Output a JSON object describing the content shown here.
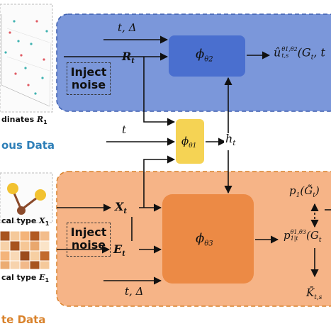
{
  "continuous": {
    "section_label": "ous Data",
    "caption": "dinates",
    "caption_var": "R",
    "caption_sub": "1",
    "section_color": "#2e7fb8"
  },
  "discrete": {
    "section_label": "te Data",
    "caption_x": "cal type",
    "caption_x_var": "X",
    "caption_x_sub": "1",
    "caption_e": "cal type",
    "caption_e_var": "E",
    "caption_e_sub": "1",
    "section_color": "#d9822b"
  },
  "top_panel": {
    "input_time": "t, Δ",
    "input_R": "R",
    "input_R_sub": "t",
    "inject_noise": "Inject noise",
    "phi_label": "ϕ",
    "phi_sub": "θ2",
    "output": "û",
    "output_sup": "θ1,θ2",
    "output_sub": "t,s",
    "output_args": "(G",
    "output_args_sub": "t",
    "output_tail": ", t",
    "panel_color": "#7b97da",
    "block_color": "#4a6fcf"
  },
  "middle": {
    "input_t": "t",
    "phi_label": "ϕ",
    "phi_sub": "θ1",
    "h_label": "h",
    "h_sub": "t",
    "block_color": "#f5d354"
  },
  "bottom_panel": {
    "input_X": "X",
    "input_X_sub": "t",
    "input_E": "E",
    "input_E_sub": "t",
    "input_time": "t, Δ",
    "inject_noise": "Inject noise",
    "phi_label": "ϕ",
    "phi_sub": "θ3",
    "p1_label": "p",
    "p1_sub": "1",
    "p1_arg": "(G̃",
    "p1_arg_sub": "t",
    "p1_close": ")",
    "p1t_label": "p",
    "p1t_sup": "θ1,θ3",
    "p1t_sub": "1|t",
    "p1t_arg": "(G",
    "p1t_arg_sub": "t",
    "k_label": "K̄",
    "k_sub": "t,s",
    "panel_color": "#f6b487",
    "block_color": "#ec8a45"
  }
}
